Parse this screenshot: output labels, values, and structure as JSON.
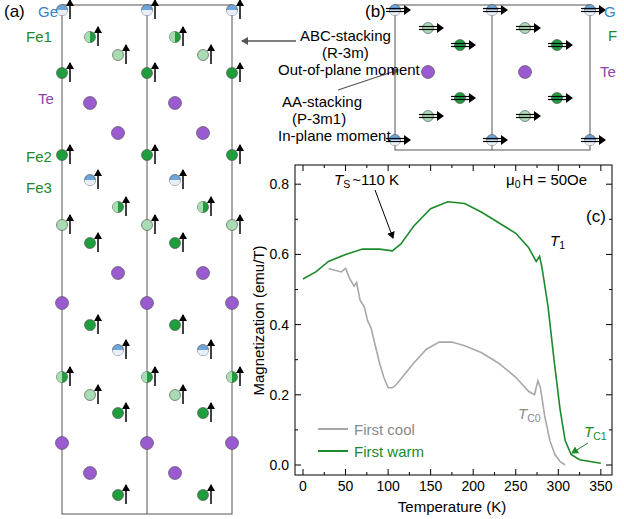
{
  "diagram": {
    "labels": [
      "(a)",
      "Ge",
      "Fe1",
      "Te",
      "Fe2",
      "Fe3",
      "ABC-stacking",
      "(R-3m)",
      "Out-of-plane moment",
      "(b)",
      "G",
      "F",
      "Te",
      "AA-stacking",
      "(P-3m1)",
      "In-plane moment",
      "T",
      "S",
      "~110 K",
      "μ",
      "0",
      "H = 50Oe",
      "(c)",
      "T",
      "1",
      "T",
      "C0",
      "T",
      "C1",
      "Magnetization (emu/T)",
      "Temperature (K)",
      "0.0",
      "0.2",
      "0.4",
      "0.6",
      "0.8",
      "0",
      "50",
      "100",
      "150",
      "200",
      "250",
      "300",
      "350"
    ],
    "legend": [
      {
        "text": "First cool"
      },
      {
        "text": "First warm"
      }
    ]
  }
}
